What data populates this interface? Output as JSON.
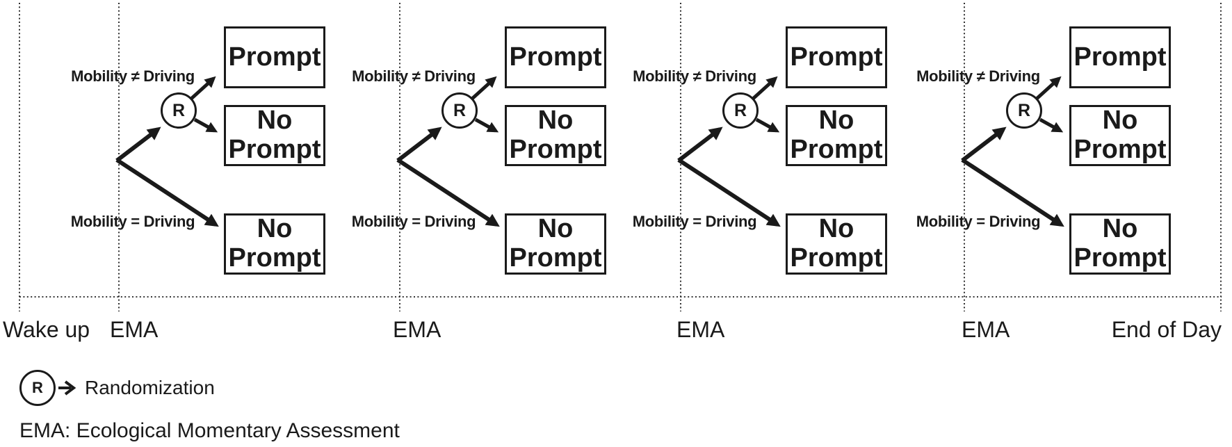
{
  "figure": {
    "colors": {
      "ink": "#1a1a1a",
      "background": "#ffffff"
    },
    "timeline": {
      "wake_up_label": "Wake up",
      "ema_label": "EMA",
      "ema_count": 4,
      "end_of_day_label": "End of Day"
    },
    "decision_unit": {
      "condition_top": "Mobility ≠ Driving",
      "condition_bottom": "Mobility = Driving",
      "randomizer_symbol": "R",
      "outcome_prompt": "Prompt",
      "outcome_no_prompt": "No Prompt"
    },
    "legend": {
      "randomizer_symbol": "R",
      "randomizer_meaning": "Randomization",
      "ema_definition": "EMA: Ecological Momentary Assessment"
    }
  }
}
